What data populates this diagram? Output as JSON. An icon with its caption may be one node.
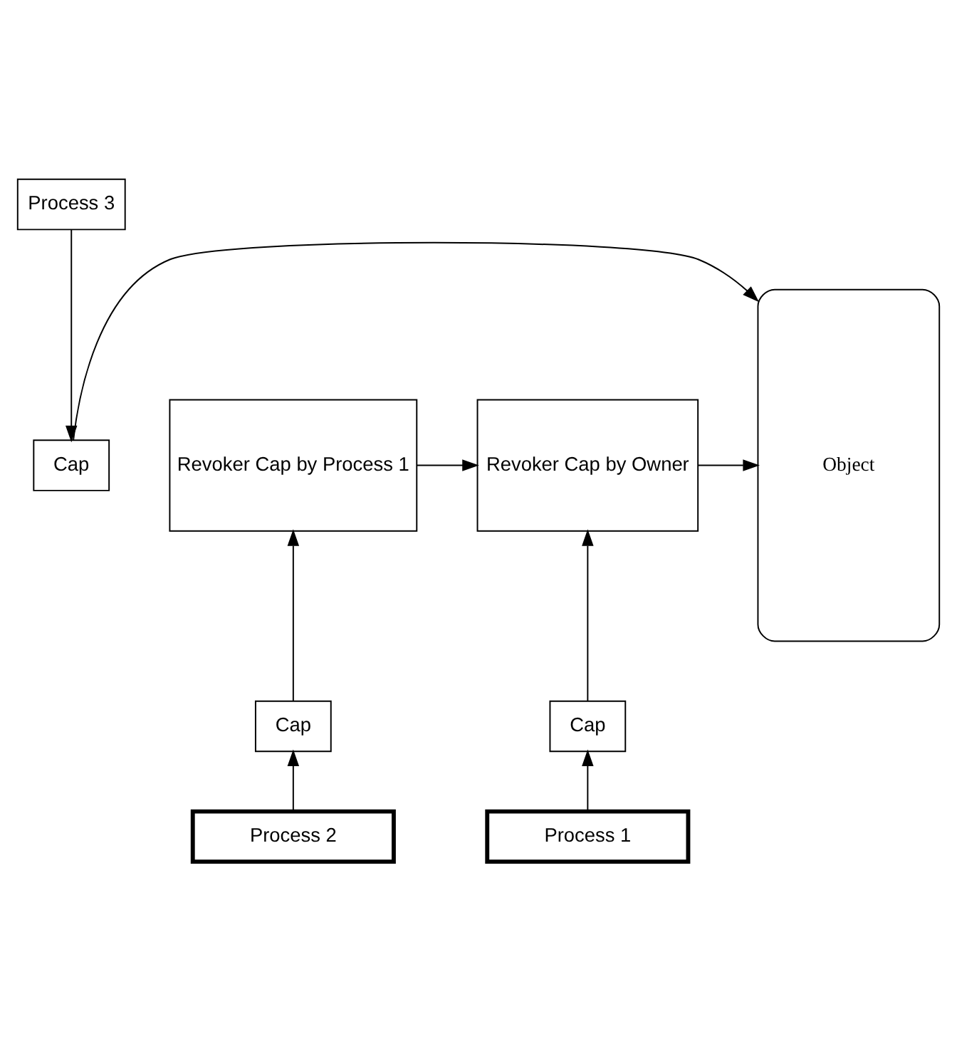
{
  "diagram": {
    "nodes": [
      {
        "text": [
          "Process 3"
        ]
      },
      {
        "text": [
          "Cap"
        ]
      },
      {
        "text": [
          "Object"
        ]
      },
      {
        "text": [
          "Revoker Cap by Process 1"
        ]
      },
      {
        "text": [
          "Revoker Cap by Owner"
        ]
      },
      {
        "text": [
          "Cap"
        ]
      },
      {
        "text": [
          "Cap"
        ]
      },
      {
        "text": [
          "Process 2"
        ]
      },
      {
        "text": [
          "Process 1"
        ]
      }
    ],
    "edges": [
      {
        "from": 0,
        "to": 1,
        "arrow": "to"
      },
      {
        "from": 1,
        "to": 2,
        "arrow": "to"
      },
      {
        "from": 3,
        "to": 4,
        "arrow": "to"
      },
      {
        "from": 4,
        "to": 2,
        "arrow": "to"
      },
      {
        "from": 5,
        "to": 3,
        "arrow": "to"
      },
      {
        "from": 6,
        "to": 4,
        "arrow": "to"
      },
      {
        "from": 7,
        "to": 5,
        "arrow": "to"
      },
      {
        "from": 8,
        "to": 6,
        "arrow": "to"
      }
    ]
  }
}
